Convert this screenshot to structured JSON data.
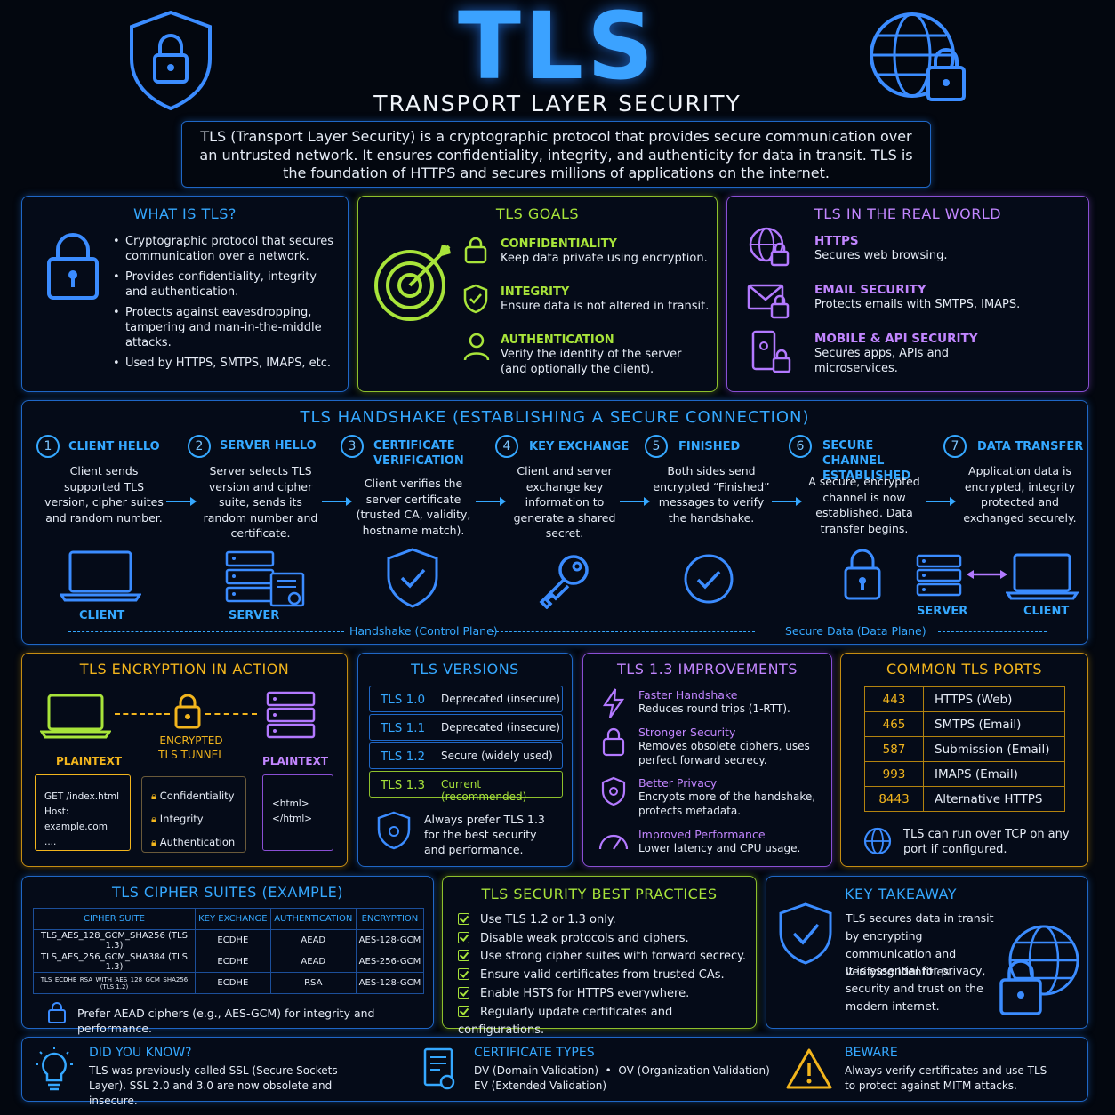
{
  "header": {
    "title": "TLS",
    "subtitle": "TRANSPORT LAYER SECURITY",
    "intro": "TLS (Transport Layer Security) is a cryptographic protocol that provides secure communication over an untrusted network. It ensures confidentiality, integrity, and authenticity for data in transit. TLS is the foundation of HTTPS and secures millions of applications on the internet."
  },
  "what": {
    "title": "WHAT IS TLS?",
    "items": [
      "Cryptographic protocol that secures communication over a network.",
      "Provides confidentiality, integrity and authentication.",
      "Protects against eavesdropping, tampering and man-in-the-middle attacks.",
      "Used by HTTPS, SMTPS, IMAPS, etc."
    ]
  },
  "goals": {
    "title": "TLS GOALS",
    "items": [
      {
        "name": "CONFIDENTIALITY",
        "desc": "Keep data private using encryption."
      },
      {
        "name": "INTEGRITY",
        "desc": "Ensure data is not altered in transit."
      },
      {
        "name": "AUTHENTICATION",
        "desc": "Verify the identity of the server (and optionally the client)."
      }
    ]
  },
  "real": {
    "title": "TLS IN THE REAL WORLD",
    "items": [
      {
        "name": "HTTPS",
        "desc": "Secures web browsing."
      },
      {
        "name": "EMAIL SECURITY",
        "desc": "Protects emails with SMTPS, IMAPS."
      },
      {
        "name": "MOBILE & API SECURITY",
        "desc": "Secures apps, APIs and microservices."
      }
    ]
  },
  "handshake": {
    "title": "TLS HANDSHAKE (ESTABLISHING A SECURE CONNECTION)",
    "steps": [
      {
        "n": "1",
        "title": "CLIENT HELLO",
        "desc": "Client sends supported TLS version, cipher suites and random number."
      },
      {
        "n": "2",
        "title": "SERVER HELLO",
        "desc": "Server selects TLS version and cipher suite, sends its random number and certificate."
      },
      {
        "n": "3",
        "title": "CERTIFICATE VERIFICATION",
        "desc": "Client verifies the server certificate (trusted CA, validity, hostname match)."
      },
      {
        "n": "4",
        "title": "KEY EXCHANGE",
        "desc": "Client and server exchange key information to generate a shared secret."
      },
      {
        "n": "5",
        "title": "FINISHED",
        "desc": "Both sides send encrypted “Finished” messages to verify the handshake."
      },
      {
        "n": "6",
        "title": "SECURE CHANNEL ESTABLISHED",
        "desc": "A secure, encrypted channel is now established. Data transfer begins."
      },
      {
        "n": "7",
        "title": "DATA TRANSFER",
        "desc": "Application data is encrypted, integrity protected and exchanged securely."
      }
    ],
    "client": "CLIENT",
    "server": "SERVER",
    "server2": "SERVER",
    "client2": "CLIENT",
    "control": "Handshake (Control Plane)",
    "data": "Secure Data (Data Plane)"
  },
  "encryption": {
    "title": "TLS ENCRYPTION IN ACTION",
    "tunnel": "ENCRYPTED TLS TUNNEL",
    "plain_left": "PLAINTEXT",
    "plain_right": "PLAINTEXT",
    "doc_left": [
      "GET /index.html",
      "Host: example.com",
      "...."
    ],
    "doc_right": [
      "<html>",
      "</html>"
    ],
    "props": [
      "Confidentiality",
      "Integrity",
      "Authentication"
    ]
  },
  "versions": {
    "title": "TLS VERSIONS",
    "rows": [
      {
        "v": "TLS 1.0",
        "s": "Deprecated (insecure)"
      },
      {
        "v": "TLS 1.1",
        "s": "Deprecated (insecure)"
      },
      {
        "v": "TLS 1.2",
        "s": "Secure (widely used)"
      },
      {
        "v": "TLS 1.3",
        "s": "Current (recommended)"
      }
    ],
    "note": "Always prefer TLS 1.3 for the best security and performance."
  },
  "improvements": {
    "title": "TLS 1.3 IMPROVEMENTS",
    "items": [
      {
        "name": "Faster Handshake",
        "desc": "Reduces round trips (1-RTT)."
      },
      {
        "name": "Stronger Security",
        "desc": "Removes obsolete ciphers, uses perfect forward secrecy."
      },
      {
        "name": "Better Privacy",
        "desc": "Encrypts more of the handshake, protects metadata."
      },
      {
        "name": "Improved Performance",
        "desc": "Lower latency and CPU usage."
      }
    ]
  },
  "ports": {
    "title": "COMMON TLS PORTS",
    "rows": [
      {
        "p": "443",
        "d": "HTTPS (Web)"
      },
      {
        "p": "465",
        "d": "SMTPS (Email)"
      },
      {
        "p": "587",
        "d": "Submission (Email)"
      },
      {
        "p": "993",
        "d": "IMAPS (Email)"
      },
      {
        "p": "8443",
        "d": "Alternative HTTPS"
      }
    ],
    "note": "TLS can run over TCP on any port if configured."
  },
  "cipher": {
    "title": "TLS CIPHER SUITES (EXAMPLE)",
    "headers": [
      "CIPHER SUITE",
      "KEY EXCHANGE",
      "AUTHENTICATION",
      "ENCRYPTION"
    ],
    "rows": [
      [
        "TLS_AES_128_GCM_SHA256  (TLS 1.3)",
        "ECDHE",
        "AEAD",
        "AES-128-GCM"
      ],
      [
        "TLS_AES_256_GCM_SHA384  (TLS 1.3)",
        "ECDHE",
        "AEAD",
        "AES-256-GCM"
      ],
      [
        "TLS_ECDHE_RSA_WITH_AES_128_GCM_SHA256 (TLS 1.2)",
        "ECDHE",
        "RSA",
        "AES-128-GCM"
      ]
    ],
    "note": "Prefer AEAD ciphers (e.g., AES-GCM) for integrity and performance."
  },
  "best": {
    "title": "TLS SECURITY BEST PRACTICES",
    "items": [
      "Use TLS 1.2 or 1.3 only.",
      "Disable weak protocols and ciphers.",
      "Use strong cipher suites with forward secrecy.",
      "Ensure valid certificates from trusted CAs.",
      "Enable HSTS for HTTPS everywhere.",
      "Regularly update certificates and configurations."
    ]
  },
  "takeaway": {
    "title": "KEY TAKEAWAY",
    "p1": "TLS secures data in transit by encrypting communication and verifying identities.",
    "p2": "It is essential for privacy, security and trust on the modern internet."
  },
  "footer": {
    "know_title": "DID YOU KNOW?",
    "know_desc": "TLS was previously called SSL (Secure Sockets Layer). SSL 2.0 and 3.0 are now obsolete and insecure.",
    "cert_title": "CERTIFICATE TYPES",
    "cert_l1": "DV (Domain Validation)  •  OV (Organization Validation)",
    "cert_l2": "EV (Extended Validation)",
    "beware_title": "BEWARE",
    "beware_desc": "Always verify certificates and use TLS to protect against MITM attacks."
  },
  "colors": {
    "blue": "#35a8ff",
    "lime": "#a8e43a",
    "purple": "#c286ff",
    "amber": "#f2b51d"
  }
}
